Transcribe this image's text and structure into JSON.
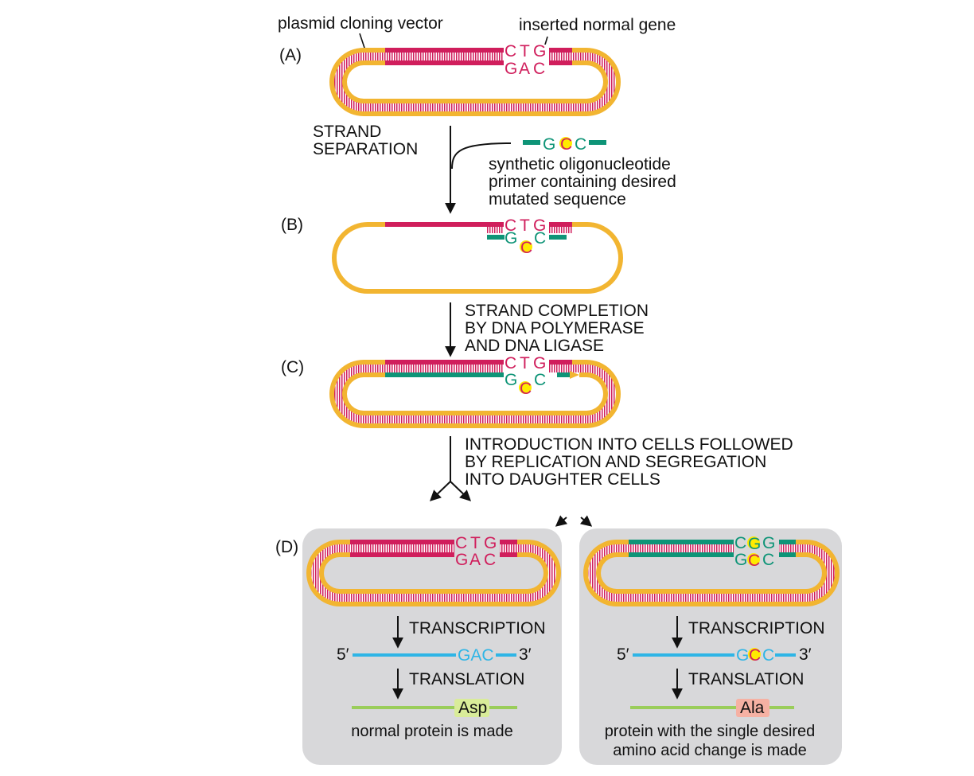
{
  "colors": {
    "backbone": "#f2b531",
    "normal_strand": "#d01e5c",
    "mutant_strand": "#0e9477",
    "mrna": "#2eb5e6",
    "protein": "#9acd5a",
    "highlight_yellow": "#ffeb00",
    "panel_bg": "#d8d8da",
    "asp_bg": "#d9ec99",
    "ala_bg": "#f6b1a3"
  },
  "labels": {
    "vector": "plasmid cloning vector",
    "insert": "inserted normal gene",
    "panel_a": "(A)",
    "panel_b": "(B)",
    "panel_c": "(C)",
    "panel_d": "(D)"
  },
  "steps": {
    "separation_1": "STRAND",
    "separation_2": "SEPARATION",
    "primer_1": "synthetic oligonucleotide",
    "primer_2": "primer containing desired",
    "primer_3": "mutated sequence",
    "completion_1": "STRAND COMPLETION",
    "completion_2": "BY DNA POLYMERASE",
    "completion_3": "AND DNA LIGASE",
    "intro_1": "INTRODUCTION INTO CELLS FOLLOWED",
    "intro_2": "BY REPLICATION AND SEGREGATION",
    "intro_3": "INTO DAUGHTER CELLS"
  },
  "bases": {
    "C": "C",
    "T": "T",
    "G": "G",
    "A": "A"
  },
  "outcome_left": {
    "transcription": "TRANSCRIPTION",
    "translation": "TRANSLATION",
    "five_prime": "5′",
    "three_prime": "3′",
    "codon": "GAC",
    "amino_acid": "Asp",
    "caption": "normal protein is made"
  },
  "outcome_right": {
    "transcription": "TRANSCRIPTION",
    "translation": "TRANSLATION",
    "five_prime": "5′",
    "three_prime": "3′",
    "codon_1": "G",
    "codon_2": "C",
    "codon_3": "C",
    "amino_acid": "Ala",
    "caption_1": "protein with the single desired",
    "caption_2": "amino acid change is made"
  }
}
